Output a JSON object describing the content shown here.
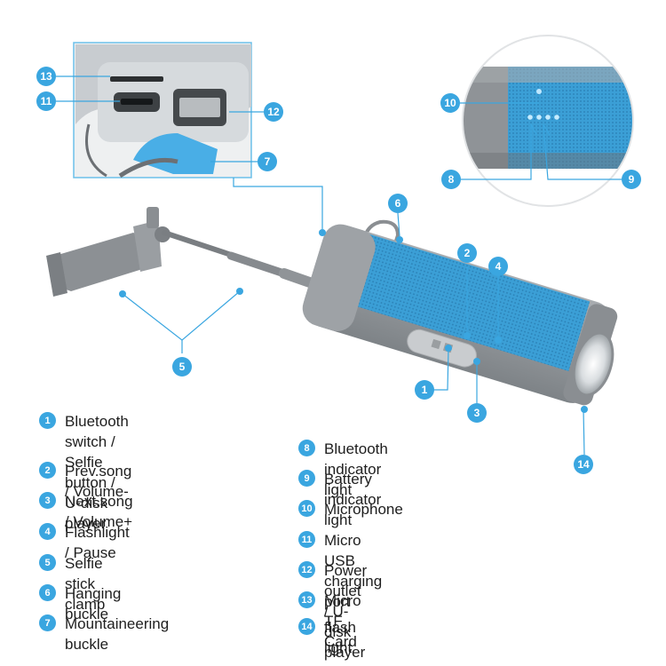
{
  "accent_color": "#3aa6e0",
  "speaker_color": "#3b9fd6",
  "body_color": "#8f9397",
  "callouts": {
    "n1": "1",
    "n2": "2",
    "n3": "3",
    "n4": "4",
    "n5": "5",
    "n6": "6",
    "n7": "7",
    "n8": "8",
    "n9": "9",
    "n10": "10",
    "n11": "11",
    "n12": "12",
    "n13": "13",
    "n14": "14"
  },
  "legend_left": [
    {
      "num": "1",
      "label": "Bluetooth switch /\nSelfie button / U-disk player"
    },
    {
      "num": "2",
      "label": "Prev.song / Volume-"
    },
    {
      "num": "3",
      "label": "Next.song / Volume+"
    },
    {
      "num": "4",
      "label": "Flashlight / Pause"
    },
    {
      "num": "5",
      "label": "Selfie stick clamp"
    },
    {
      "num": "6",
      "label": "Hanging buckle"
    },
    {
      "num": "7",
      "label": "Mountaineering buckle"
    }
  ],
  "legend_right": [
    {
      "num": "8",
      "label": "Bluetooth indicator light"
    },
    {
      "num": "9",
      "label": "Battery indicator light"
    },
    {
      "num": "10",
      "label": "Microphone"
    },
    {
      "num": "11",
      "label": "Micro USB charging port"
    },
    {
      "num": "12",
      "label": "Power outlet / U-disk player"
    },
    {
      "num": "13",
      "label": "Micro TF Card"
    },
    {
      "num": "14",
      "label": "flash light"
    }
  ]
}
